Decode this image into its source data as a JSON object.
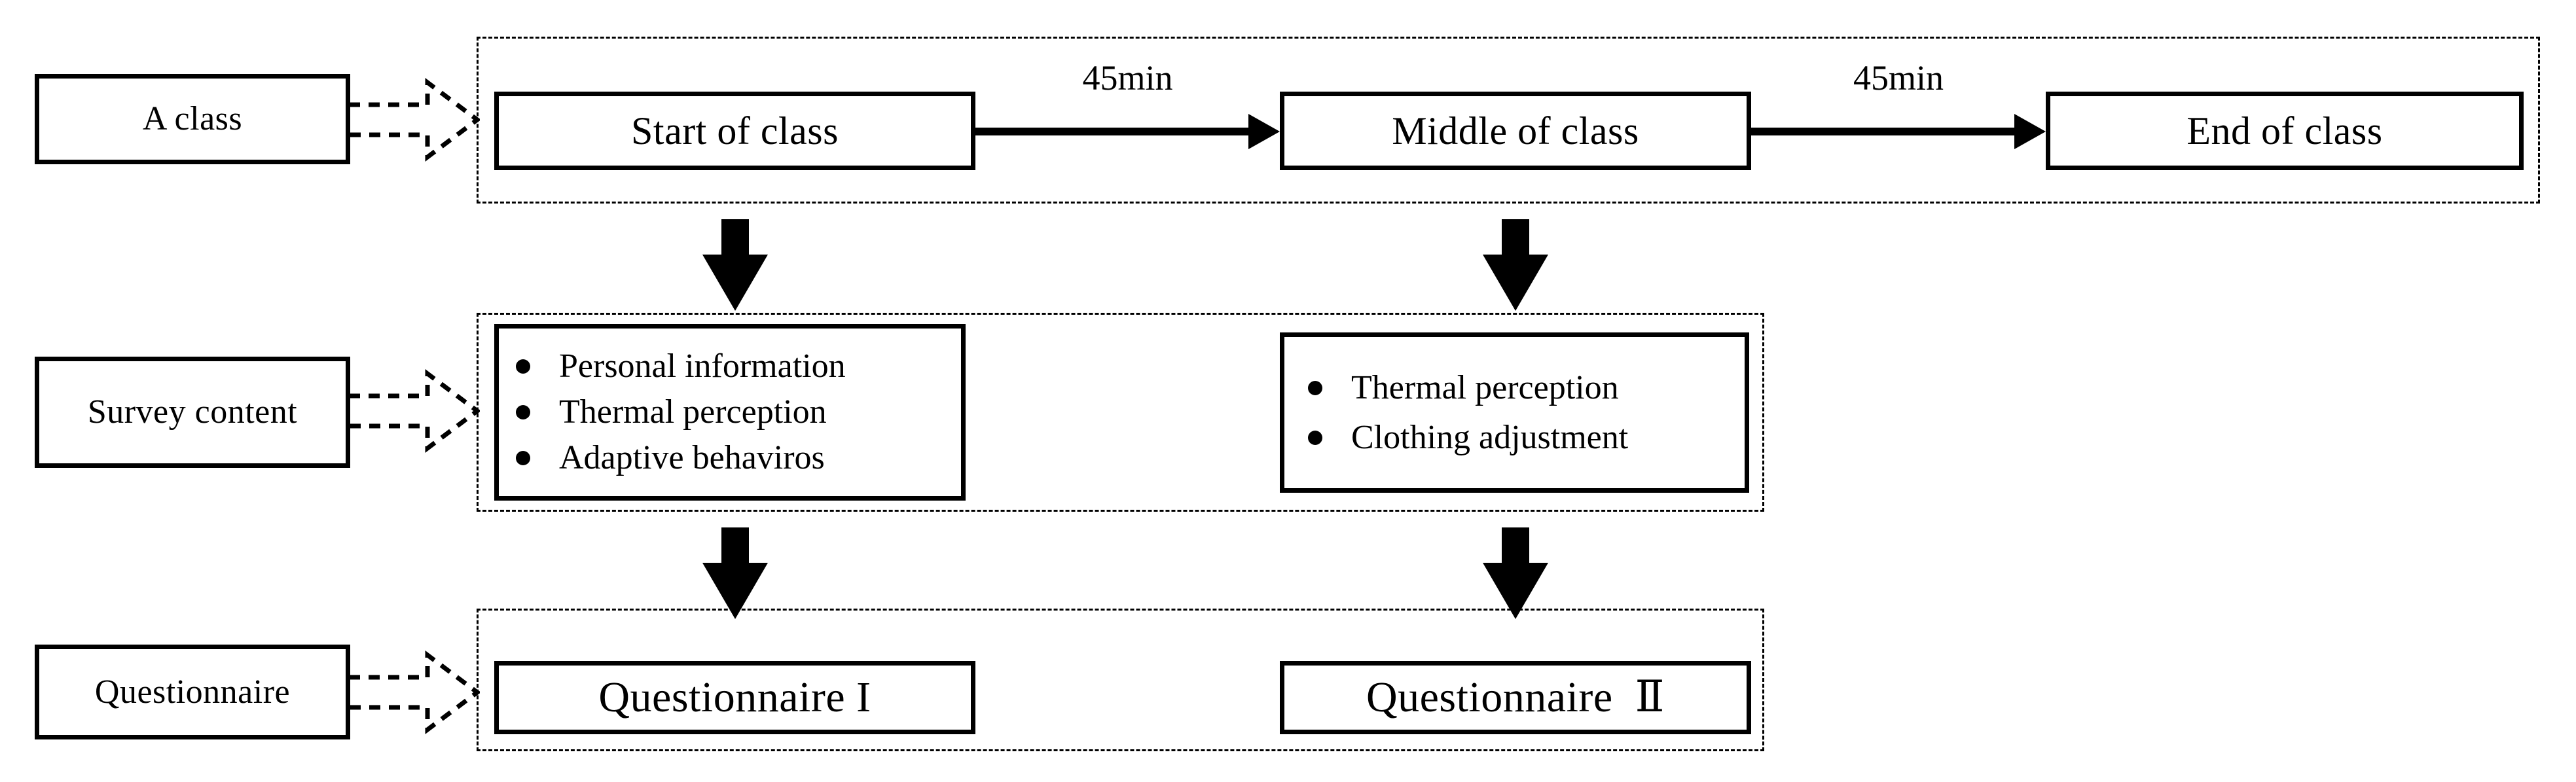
{
  "diagram": {
    "title": "Classroom thermal comfort survey procedure flowchart",
    "colors": {
      "ink": "#000000",
      "paper": "#ffffff"
    }
  },
  "row_labels": [
    {
      "id": "a-class",
      "text": "A class"
    },
    {
      "id": "survey-content",
      "text": "Survey content"
    },
    {
      "id": "questionnaire",
      "text": "Questionnaire"
    }
  ],
  "timeline": {
    "stages": [
      {
        "id": "start-of-class",
        "text": "Start of class"
      },
      {
        "id": "middle-of-class",
        "text": "Middle of class"
      },
      {
        "id": "end-of-class",
        "text": "End of class"
      }
    ],
    "intervals": [
      {
        "id": "interval-1",
        "text": "45min"
      },
      {
        "id": "interval-2",
        "text": "45min"
      }
    ]
  },
  "survey_content": [
    {
      "id": "survey-stage-1",
      "items": [
        "Personal information",
        "Thermal perception",
        "Adaptive behaviros"
      ]
    },
    {
      "id": "survey-stage-2",
      "items": [
        "Thermal perception",
        "Clothing adjustment"
      ]
    }
  ],
  "questionnaires": [
    {
      "id": "questionnaire-1",
      "text": "Questionnaire I"
    },
    {
      "id": "questionnaire-2",
      "text": "Questionnaire  Ⅱ"
    }
  ]
}
